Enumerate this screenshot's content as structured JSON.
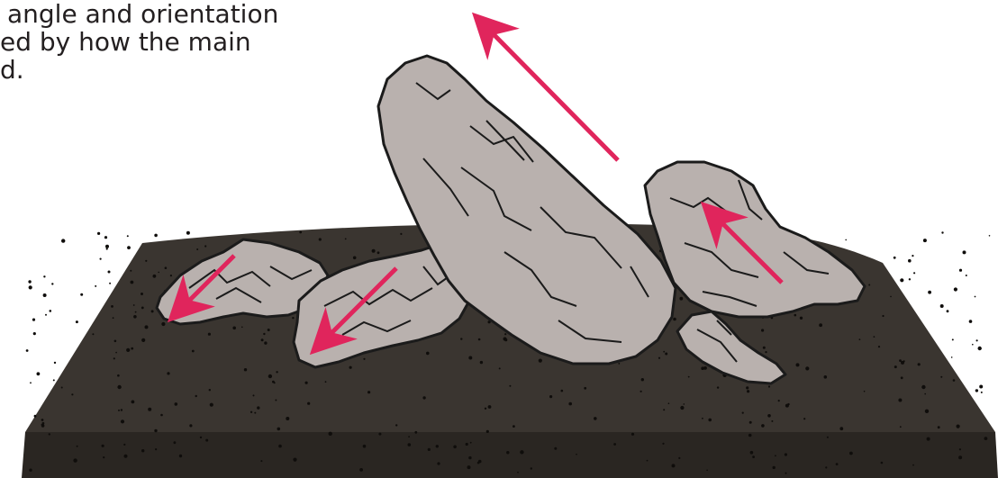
{
  "caption": {
    "lines": [
      "angle and orientation",
      "ed by how the main",
      "d."
    ]
  },
  "colors": {
    "ground_top": "#3a3530",
    "ground_front": "#2a2622",
    "rock_fill": "#b9b1ae",
    "rock_stroke": "#1b1b1b",
    "arrow": "#e0255c",
    "speckle": "#0f0d0b"
  },
  "figure": {
    "ground": "dark speckled soil block",
    "rocks": [
      "small-left-rock",
      "left-front-rock",
      "main-tall-rock",
      "right-rock",
      "small-front-right-rock"
    ],
    "arrows": [
      "main-rock-direction-arrow",
      "left-rock-direction-arrow",
      "small-left-rock-direction-arrow",
      "right-rock-direction-arrow"
    ]
  }
}
